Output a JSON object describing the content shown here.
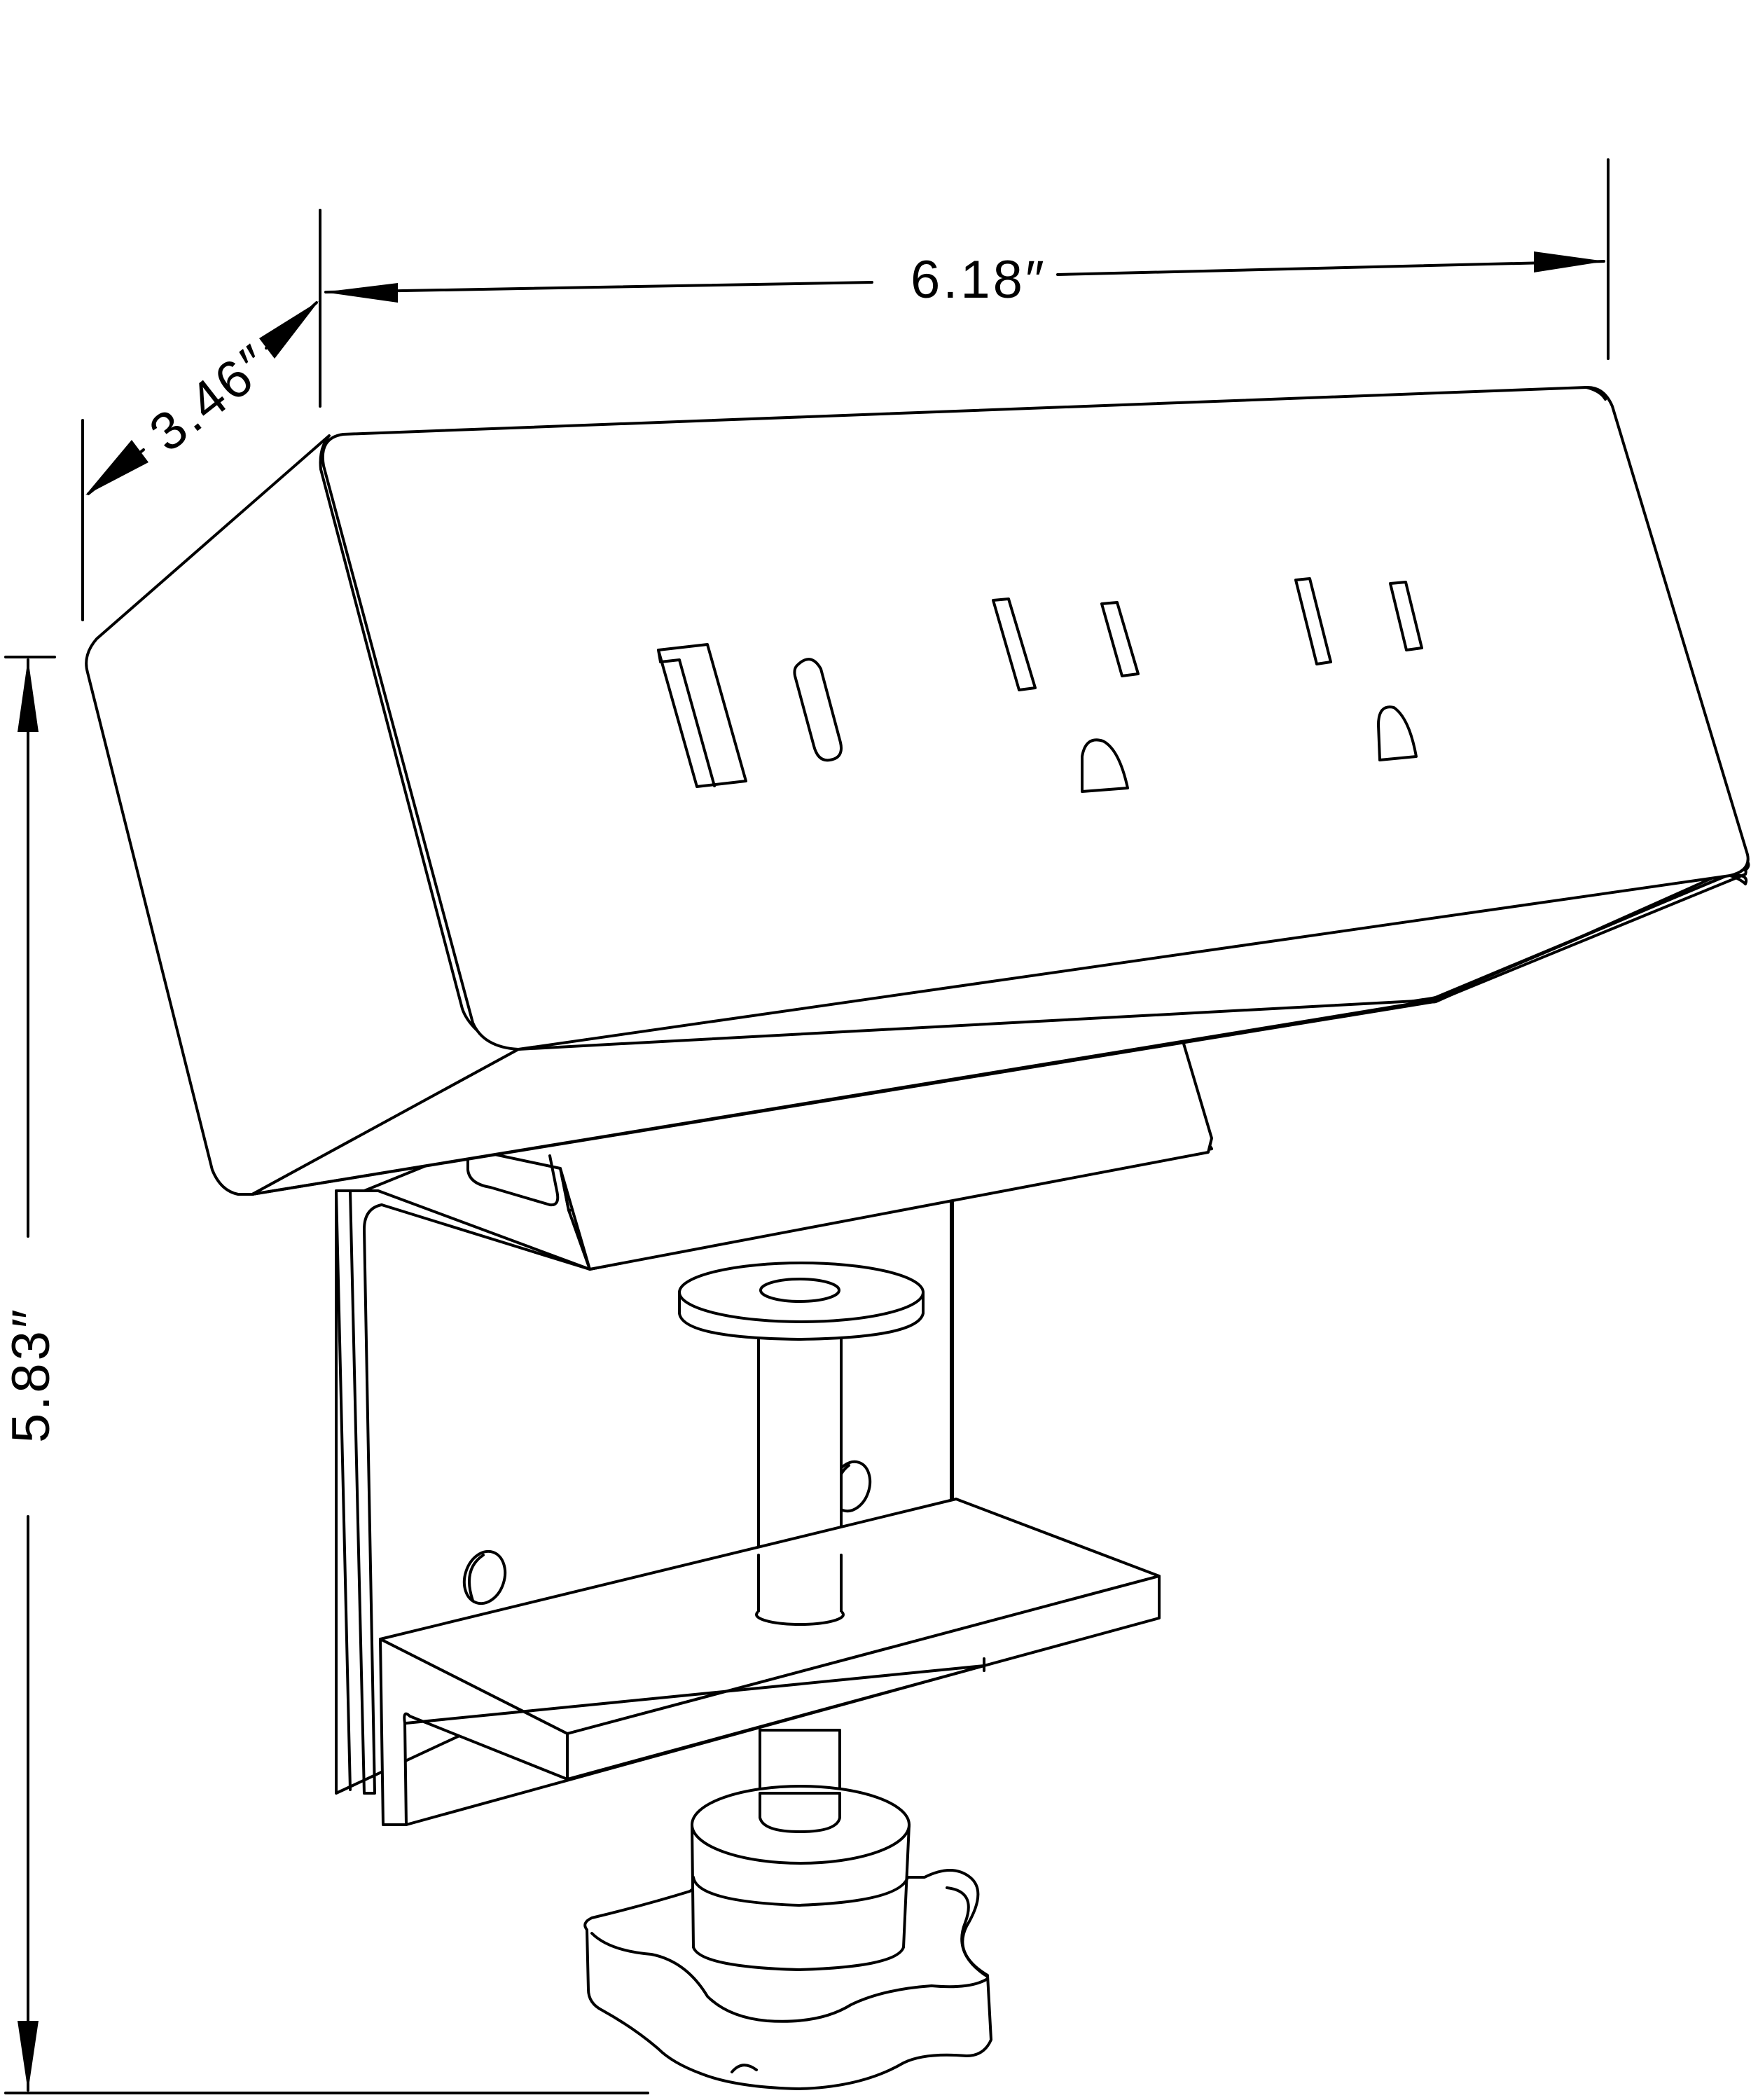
{
  "dimensions": {
    "width_label": "6.18″",
    "depth_label": "3.46″",
    "height_label": "5.83″"
  },
  "colors": {
    "line": "#000000",
    "background": "#ffffff"
  }
}
